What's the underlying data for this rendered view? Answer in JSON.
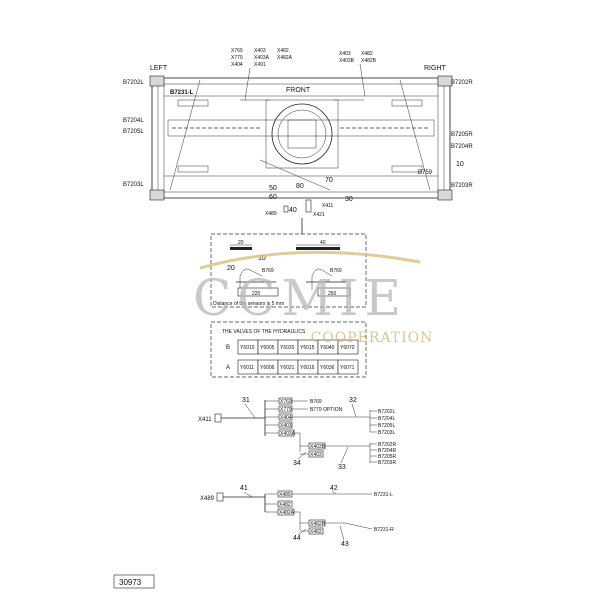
{
  "top_view": {
    "left_label": "LEFT",
    "right_label": "RIGHT",
    "front_label": "FRONT",
    "left_callouts": [
      "B7202L",
      "B7204L",
      "B7205L",
      "B7203L"
    ],
    "right_callouts": [
      "B7202R",
      "B7205R",
      "B7204R",
      "B7203R"
    ],
    "top_mid_callouts": [
      "X769",
      "X779",
      "X404",
      "X403",
      "X403A",
      "X491",
      "X482",
      "X482A"
    ],
    "top_right_callouts": [
      "X403",
      "X403B",
      "X482",
      "X482B"
    ],
    "sensor_left": "B7231-L",
    "b759": "B759",
    "num_10": "10",
    "num_30": "30",
    "num_40": "40",
    "num_50": "50",
    "num_60": "60",
    "num_70": "70",
    "num_80": "80",
    "x489": "X489",
    "x411": "X411",
    "x421": "X421"
  },
  "detail": {
    "dim_20": "20",
    "dim_40": "40",
    "num_10": "10",
    "num_20": "20",
    "sensor_1": "B769",
    "sensor_2": "B769",
    "dim_220": "220",
    "dim_250": "250",
    "distance_note": "Distance of the sensors is 5 mm",
    "hyd_title": "THE VALVES OF THE HYDRAULICS",
    "hyd_rows": [
      {
        "label": "B",
        "cells": [
          "Y6010",
          "Y6005",
          "Y6020",
          "Y6015",
          "Y6040",
          "Y6070"
        ]
      },
      {
        "label": "A",
        "cells": [
          "Y6011",
          "Y6006",
          "Y6021",
          "Y6016",
          "Y6036",
          "Y6071"
        ]
      }
    ]
  },
  "wiring_1": {
    "source": "X411",
    "num_31": "31",
    "num_32": "32",
    "num_33": "33",
    "num_34": "34",
    "connectors": [
      "X769",
      "X779",
      "X404",
      "X403",
      "X403A",
      "X403B",
      "X403"
    ],
    "b769": "B769",
    "b779_option": "B779  OPTION",
    "left_group": [
      "B7202L",
      "B7204L",
      "B7205L",
      "B7203L"
    ],
    "right_group": [
      "B7202R",
      "B7204R",
      "B7205R",
      "B7203R"
    ]
  },
  "wiring_2": {
    "source": "X489",
    "num_41": "41",
    "num_42": "42",
    "num_43": "43",
    "num_44": "44",
    "connectors": [
      "X489",
      "X482",
      "X482A",
      "X482B",
      "X482"
    ],
    "target_1": "B7231-L",
    "target_2": "B7231-R"
  },
  "figure_number": "30973",
  "watermark": {
    "main": "CCMIE",
    "sub": "COOPERATION"
  }
}
